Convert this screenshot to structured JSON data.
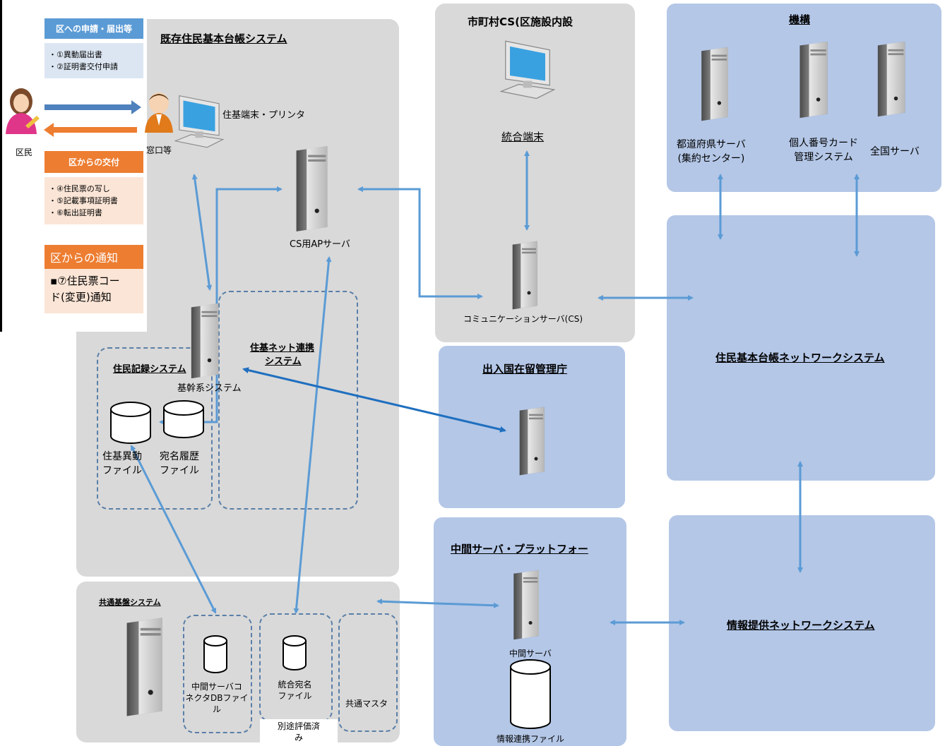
{
  "left_legend": {
    "apply_title": "区への申請・届出等",
    "apply_items": [
      "・①異動届出書",
      "・②証明書交付申請"
    ],
    "issue_title": "区からの交付",
    "issue_items": [
      "・④住民票の写し",
      "・⑤記載事項証明書",
      "・⑥転出証明書"
    ],
    "notify_title": "区からの通知",
    "notify_items": [
      "▪⑦住民票コー",
      "ド(変更)通知"
    ]
  },
  "resident_label": "区民",
  "window_label": "窓口等",
  "existing": {
    "title": "既存住民基本台帳システム",
    "terminal_label": "住基端末・プリンタ",
    "ap_server_label": "CS用APサーバ",
    "core_label": "基幹系システム",
    "record_system_title": "住民記録システム",
    "net_link_title_1": "住基ネット連携",
    "net_link_title_2": "システム",
    "file1_line1": "住基異動",
    "file1_line2": "ファイル",
    "file2_line1": "宛名履歴",
    "file2_line2": "ファイル"
  },
  "municipal_cs": {
    "title": "市町村CS(区施設内設",
    "terminal_label": "統合端末",
    "cs_label": "コミュニケーションサーバ(CS)"
  },
  "kiko": {
    "title": "機構",
    "pref_line1": "都道府県サーバ",
    "pref_line2": "(集約センター)",
    "card_line1": "個人番号カード",
    "card_line2": "管理システム",
    "national": "全国サーバ"
  },
  "juki_net": {
    "title": "住民基本台帳ネットワークシステム"
  },
  "immigration": {
    "title": "出入国在留管理庁"
  },
  "middle": {
    "title": "中間サーバ・プラットフォー",
    "server_label": "中間サーバ",
    "file_label": "情報連携ファイル"
  },
  "info_net": {
    "title": "情報提供ネットワークシステム"
  },
  "common": {
    "title": "共通基盤システム",
    "conn_line1": "中間サーバコ",
    "conn_line2": "ネクタDBファイ",
    "conn_line3": "ル",
    "addr_line1": "統合宛名",
    "addr_line2": "ファイル",
    "master": "共通マスタ",
    "note_line1": "別途評価済",
    "note_line2": "み"
  },
  "colors": {
    "arrow_blue": "#5b9bd5",
    "arrow_dark": "#1f6fbf",
    "orange": "#ed7d31",
    "panel_grey": "#d9d9d9",
    "panel_blue": "#b4c7e7",
    "legend_blue": "#5b9bd5",
    "legend_blue_bg": "#dce6f2",
    "legend_orange_bg": "#fbe5d6"
  },
  "icons": [
    "person-female-icon",
    "clerk-icon",
    "computer-terminal-icon",
    "server-icon",
    "database-icon"
  ]
}
